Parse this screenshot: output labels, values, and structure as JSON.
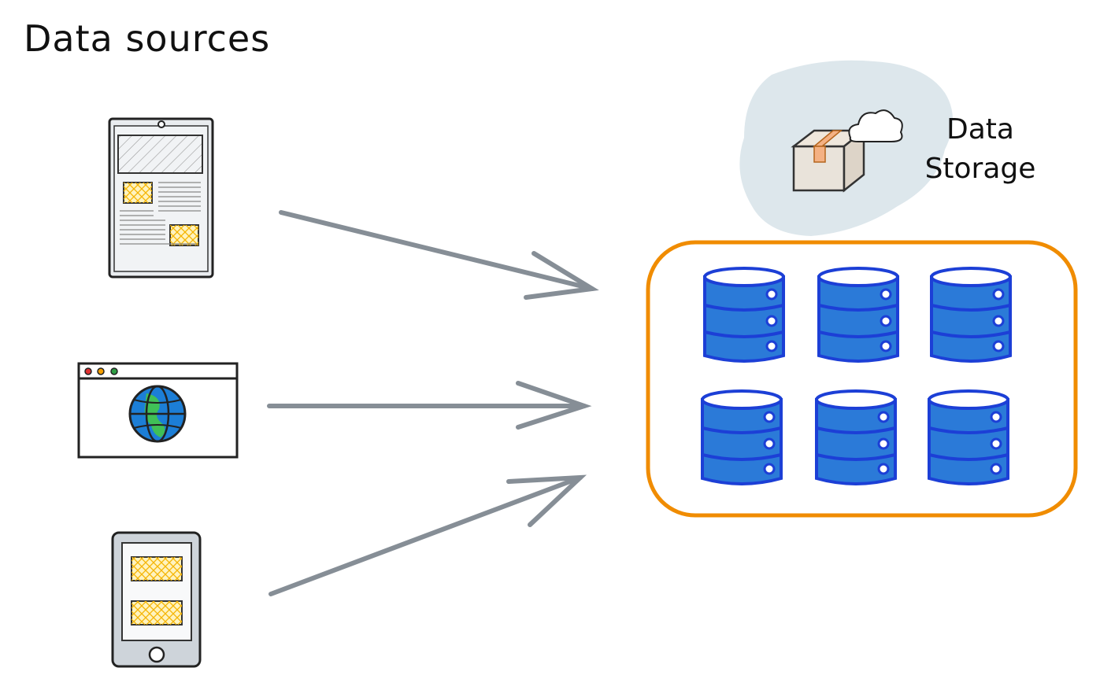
{
  "diagram": {
    "title": "Data sources",
    "storage_label_line1": "Data",
    "storage_label_line2": "Storage",
    "sources": [
      {
        "name": "document-tablet",
        "icon": "document-icon"
      },
      {
        "name": "web-browser",
        "icon": "globe-icon"
      },
      {
        "name": "mobile-device",
        "icon": "phone-icon"
      }
    ],
    "databases_count": 6,
    "colors": {
      "arrow": "#868e96",
      "container_border": "#f08c00",
      "database_fill": "#1c7ed6",
      "database_stroke": "#1c3fd6",
      "cloud_bg": "#dde7ec",
      "image_placeholder": "#f59f00"
    }
  }
}
